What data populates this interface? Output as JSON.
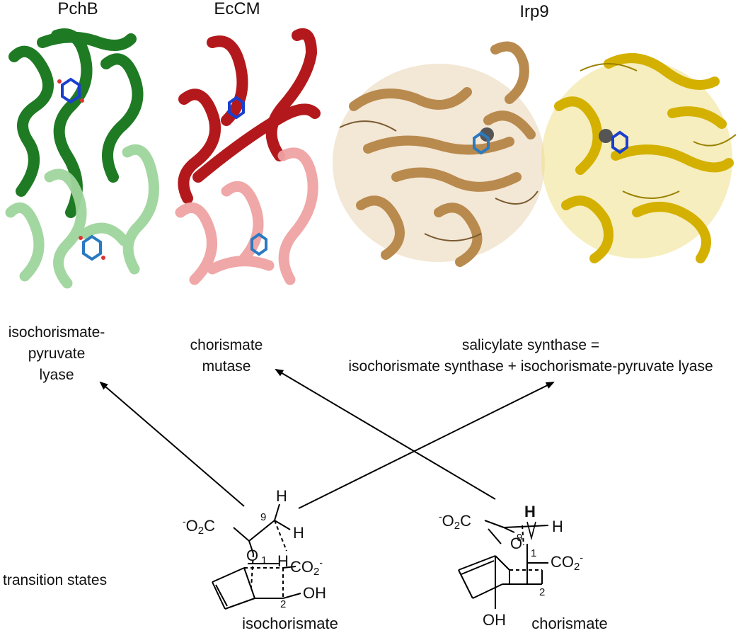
{
  "proteins": [
    {
      "name": "PchB",
      "colors": {
        "dark": "#1f7a24",
        "light": "#9fd59c"
      }
    },
    {
      "name": "EcCM",
      "colors": {
        "dark": "#b3191c",
        "light": "#f0a3a3"
      }
    },
    {
      "name": "Irp9",
      "colors": {
        "left": "#b98a4e",
        "right": "#d4b100"
      }
    }
  ],
  "enzymes": {
    "pchb_line1": "isochorismate-",
    "pchb_line2": "pyruvate",
    "pchb_line3": "lyase",
    "ecm_line1": "chorismate",
    "ecm_line2": "mutase",
    "irp9_line1": "salicylate synthase =",
    "irp9_line2": "isochorismate synthase + isochorismate-pyruvate lyase"
  },
  "transition_states_label": "transition states",
  "structures": {
    "isochorismate": {
      "name": "isochorismate",
      "carboxylate_left": "O",
      "carboxylate_left_sub": "2",
      "carboxylate_left_tail": "C",
      "carboxylate_charge": "-",
      "oxygen": "O",
      "h_top": "H",
      "h_right": "H",
      "h_ring": "H",
      "carboxylate_right": "CO",
      "carboxylate_right_sub": "2",
      "hydroxyl": "OH",
      "num_9": "9",
      "num_1": "1",
      "num_2": "2"
    },
    "chorismate": {
      "name": "chorismate",
      "carboxylate_left": "O",
      "carboxylate_left_sub": "2",
      "carboxylate_left_tail": "C",
      "carboxylate_charge": "-",
      "oxygen": "O",
      "h_top": "H",
      "h_right": "H",
      "carboxylate_right": "CO",
      "carboxylate_right_sub": "2",
      "hydroxyl": "OH",
      "num_9": "9",
      "num_1": "1",
      "num_2": "2"
    }
  }
}
